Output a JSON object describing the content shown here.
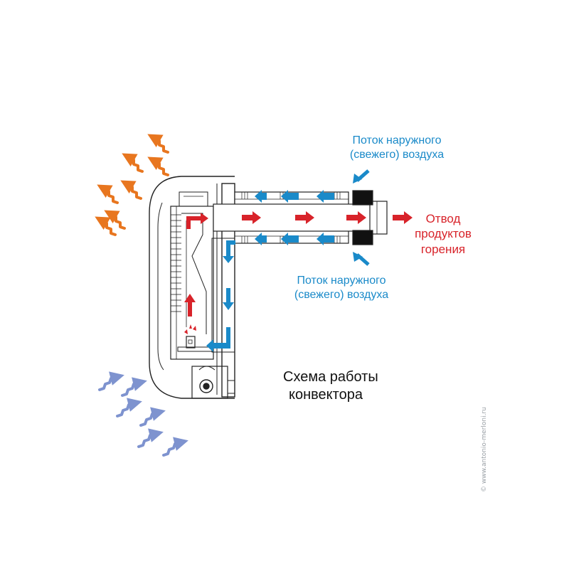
{
  "labels": {
    "intake_top_line1": "Поток наружного",
    "intake_top_line2": "(свежего) воздуха",
    "intake_bottom_line1": "Поток наружного",
    "intake_bottom_line2": "(свежего) воздуха",
    "exhaust_line1": "Отвод",
    "exhaust_line2": "продуктов",
    "exhaust_line3": "горения",
    "title_line1": "Схема работы",
    "title_line2": "конвектора"
  },
  "watermark": "© www.antonio-merloni.ru",
  "colors": {
    "fresh_air": "#1a8ac9",
    "exhaust": "#d8232a",
    "warm_air": "#e8761f",
    "cold_air": "#7e93cf",
    "outline": "#222222"
  }
}
